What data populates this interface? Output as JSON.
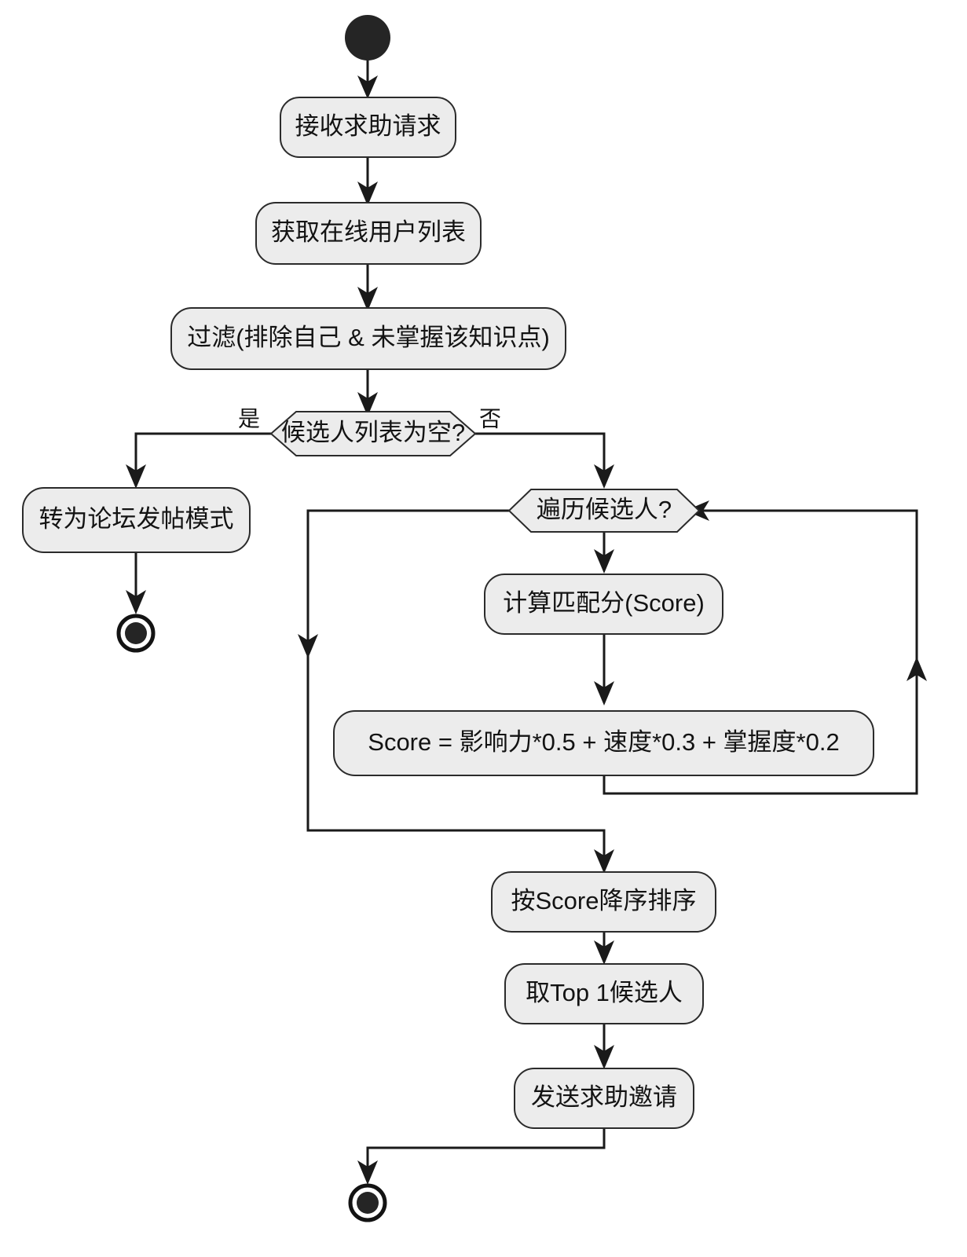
{
  "diagram": {
    "type": "activity-flowchart",
    "title": "",
    "background_color": "#ffffff",
    "node_fill": "#ececec",
    "node_stroke": "#2b2b2b",
    "edge_color": "#1a1a1a",
    "text_color": "#131313",
    "nodes": {
      "start": {
        "kind": "initial-node",
        "label": ""
      },
      "receive_request": {
        "kind": "action",
        "label": "接收求助请求"
      },
      "get_online_users": {
        "kind": "action",
        "label": "获取在线用户列表"
      },
      "filter": {
        "kind": "action",
        "label": "过滤(排除自己 & 未掌握该知识点)"
      },
      "candidate_empty": {
        "kind": "decision",
        "label": "候选人列表为空?"
      },
      "forum_mode": {
        "kind": "action",
        "label": "转为论坛发帖模式"
      },
      "end_forum": {
        "kind": "final-node",
        "label": ""
      },
      "iterate_candidates": {
        "kind": "decision",
        "label": "遍历候选人?"
      },
      "compute_score": {
        "kind": "action",
        "label": "计算匹配分(Score)"
      },
      "score_formula": {
        "kind": "action",
        "label": "Score = 影响力*0.5 + 速度*0.3 + 掌握度*0.2"
      },
      "sort_desc": {
        "kind": "action",
        "label": "按Score降序排序"
      },
      "take_top1": {
        "kind": "action",
        "label": "取Top 1候选人"
      },
      "send_invite": {
        "kind": "action",
        "label": "发送求助邀请"
      },
      "end_main": {
        "kind": "final-node",
        "label": ""
      }
    },
    "edge_labels": {
      "yes": "是",
      "no": "否"
    },
    "edges": [
      {
        "from": "start",
        "to": "receive_request",
        "label": ""
      },
      {
        "from": "receive_request",
        "to": "get_online_users",
        "label": ""
      },
      {
        "from": "get_online_users",
        "to": "filter",
        "label": ""
      },
      {
        "from": "filter",
        "to": "candidate_empty",
        "label": ""
      },
      {
        "from": "candidate_empty",
        "to": "forum_mode",
        "label": "是"
      },
      {
        "from": "candidate_empty",
        "to": "iterate_candidates",
        "label": "否"
      },
      {
        "from": "forum_mode",
        "to": "end_forum",
        "label": ""
      },
      {
        "from": "iterate_candidates",
        "to": "compute_score",
        "label": ""
      },
      {
        "from": "compute_score",
        "to": "score_formula",
        "label": ""
      },
      {
        "from": "score_formula",
        "to": "iterate_candidates",
        "label": ""
      },
      {
        "from": "iterate_candidates",
        "to": "sort_desc",
        "label": ""
      },
      {
        "from": "sort_desc",
        "to": "take_top1",
        "label": ""
      },
      {
        "from": "take_top1",
        "to": "send_invite",
        "label": ""
      },
      {
        "from": "send_invite",
        "to": "end_main",
        "label": ""
      }
    ]
  }
}
